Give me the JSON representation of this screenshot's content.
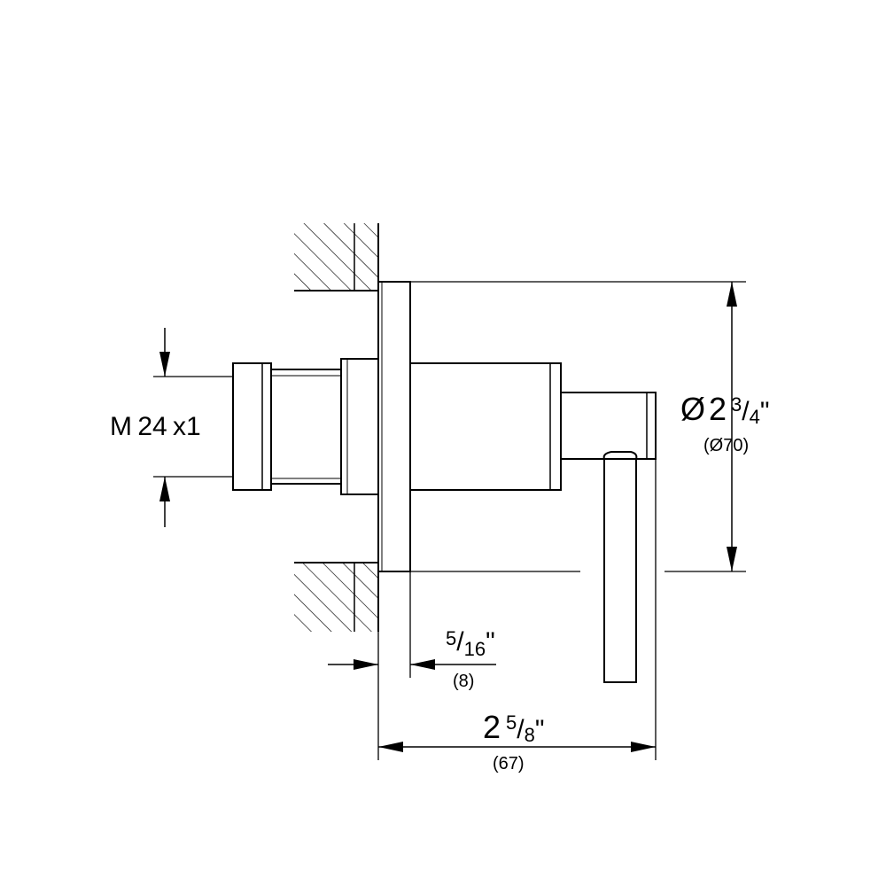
{
  "thread_label": "M 24 x1",
  "diameter": {
    "symbol": "Ø",
    "whole": "2",
    "num": "3",
    "den": "4",
    "inch": "\"",
    "metric": "(Ø70)"
  },
  "flange_thickness": {
    "num": "5",
    "den": "16",
    "inch": "\"",
    "metric": "(8)"
  },
  "depth": {
    "whole": "2",
    "num": "5",
    "den": "8",
    "inch": "\"",
    "metric": "(67)"
  }
}
